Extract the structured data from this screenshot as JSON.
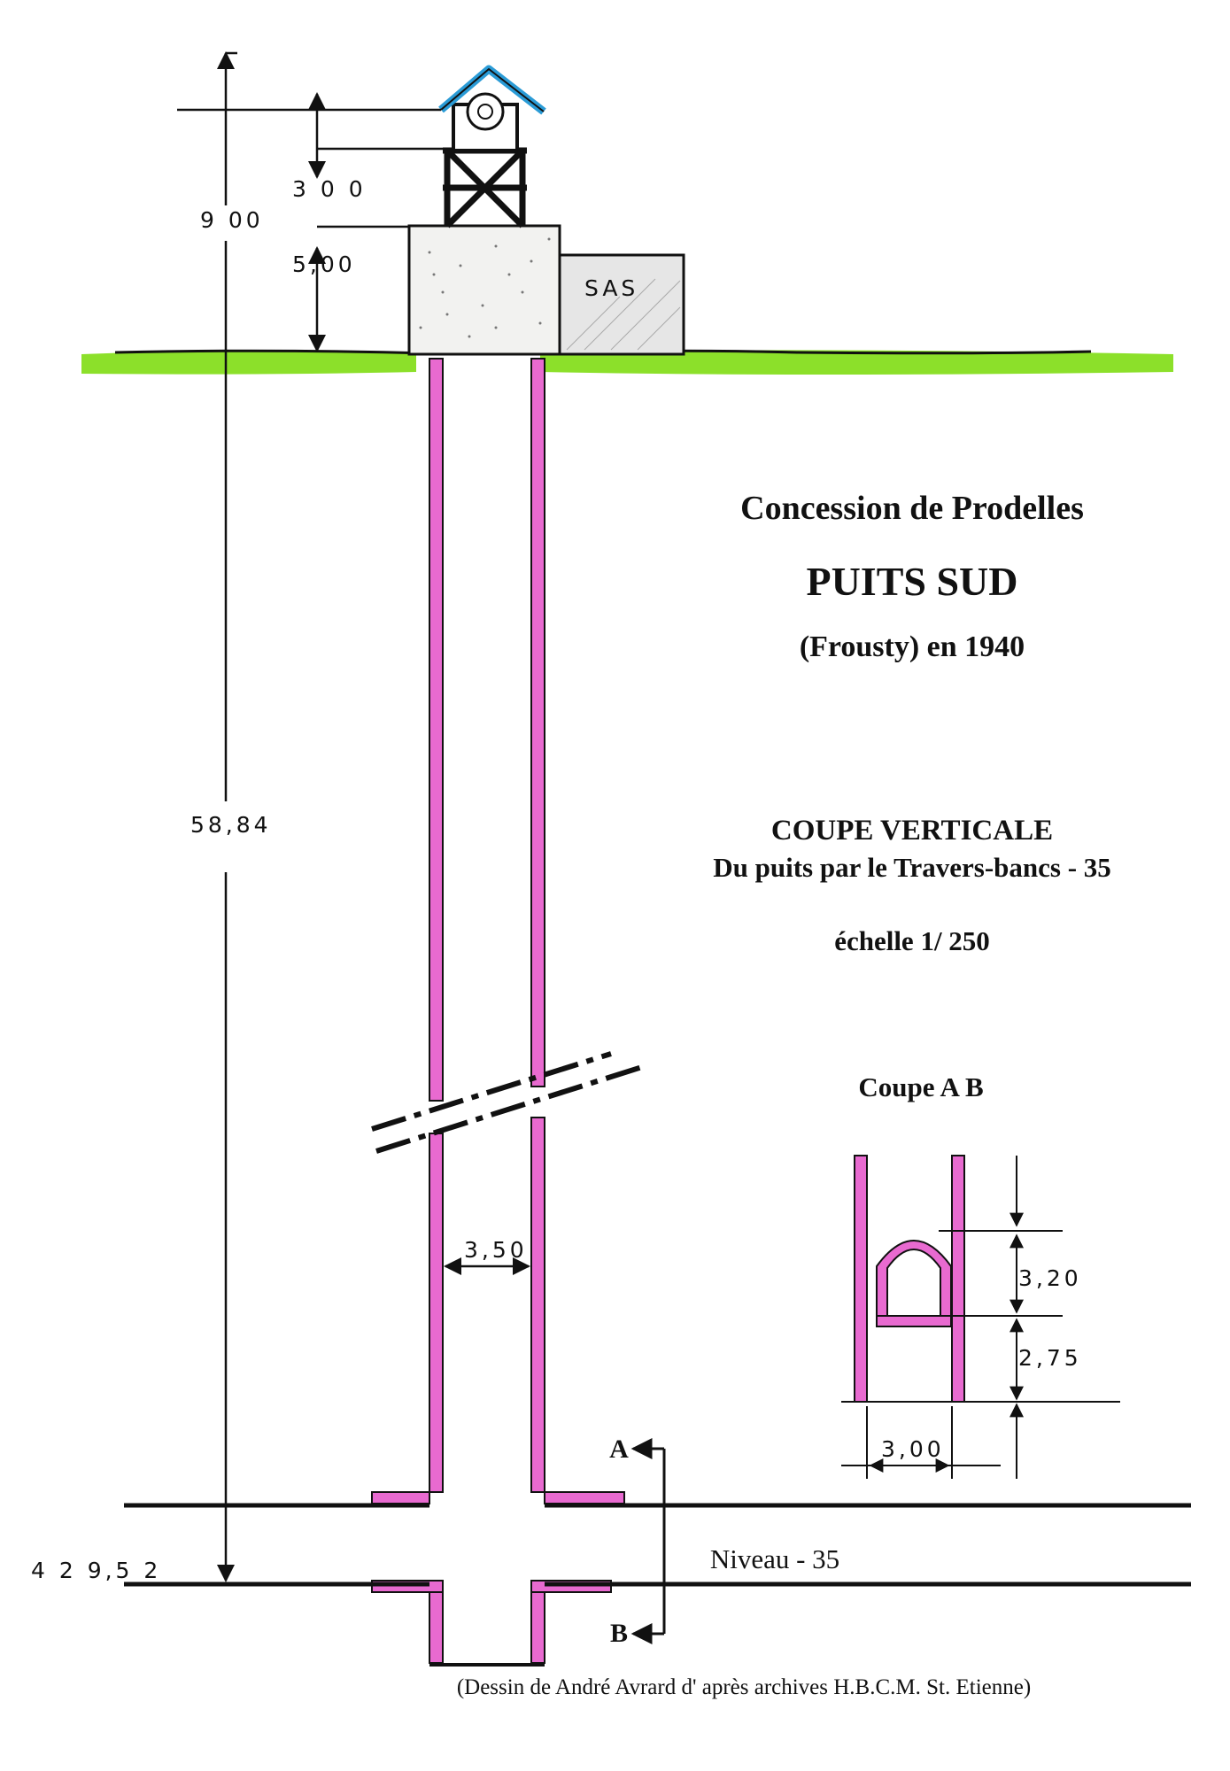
{
  "titles": {
    "concession": "Concession de Prodelles",
    "puits": "PUITS SUD",
    "frousty": "(Frousty) en 1940",
    "coupe": "COUPE VERTICALE",
    "du_puits": "Du puits par le Travers-bancs - 35",
    "echelle": "échelle 1/ 250",
    "coupe_ab": "Coupe A B"
  },
  "dimensions": {
    "total_height_top": "9 00",
    "headframe_height": "3 0 0",
    "base_height": "5,00",
    "depth": "58,84",
    "altitude": "4 2 9,5 2",
    "shaft_width": "3,50",
    "gallery_height": "3,20",
    "wall_height": "2,75",
    "gallery_width": "3,00"
  },
  "labels": {
    "sas": "SAS",
    "section_a": "A",
    "section_b": "B",
    "level": "Niveau - 35",
    "credit": "(Dessin de André Avrard d' après archives H.B.C.M. St. Etienne)"
  },
  "colors": {
    "ground": "#8ce02a",
    "casing": "#e86ad0",
    "roof": "#2a9bd6",
    "ink": "#111111"
  }
}
